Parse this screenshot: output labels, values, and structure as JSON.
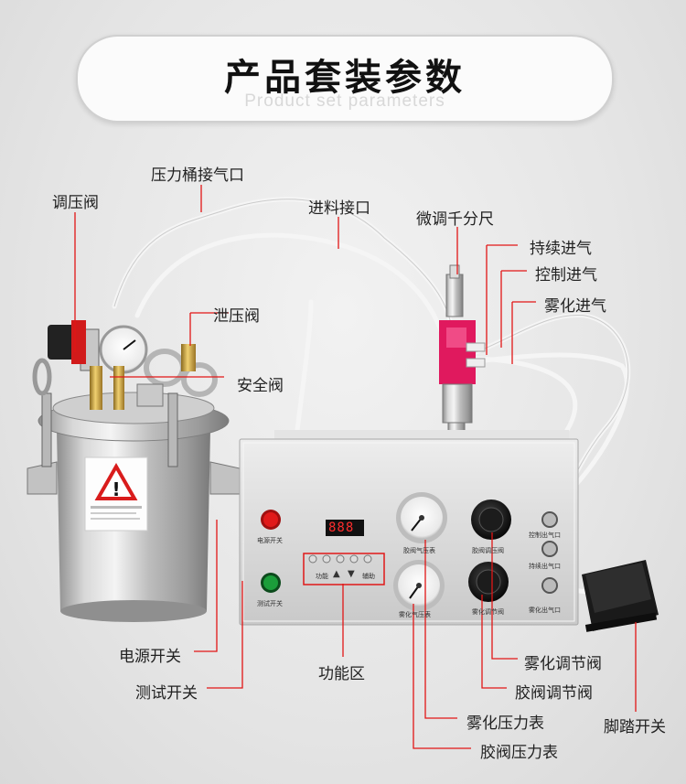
{
  "header": {
    "title": "产品套装参数",
    "subtitle": "Product set parameters"
  },
  "callouts": {
    "pressure_bucket_inlet": "压力桶接气口",
    "pressure_regulator": "调压阀",
    "feed_inlet": "进料接口",
    "relief_valve": "泄压阀",
    "safety_valve": "安全阀",
    "micrometer": "微调千分尺",
    "continuous_air": "持续进气",
    "control_air": "控制进气",
    "atomize_air": "雾化进气",
    "power_switch": "电源开关",
    "test_switch": "测试开关",
    "function_area": "功能区",
    "atomize_valve": "雾化调节阀",
    "glue_valve": "胶阀调节阀",
    "atomize_gauge": "雾化压力表",
    "glue_gauge": "胶阀压力表",
    "foot_pedal": "脚踏开关"
  },
  "panel": {
    "power_label": "电源开关",
    "test_label": "测试开关",
    "display_value": "888",
    "func_label": "功能",
    "aux_label": "辅助",
    "up_arrow": "▲",
    "down_arrow": "▼",
    "glue_gauge_label": "胶阀气压表",
    "glue_valve_label": "胶阀调压阀",
    "atomize_gauge_label": "雾化气压表",
    "atomize_valve_label": "雾化调节阀",
    "control_port": "控制出气口",
    "continuous_port": "持续出气口",
    "atomize_port": "雾化出气口"
  }
}
